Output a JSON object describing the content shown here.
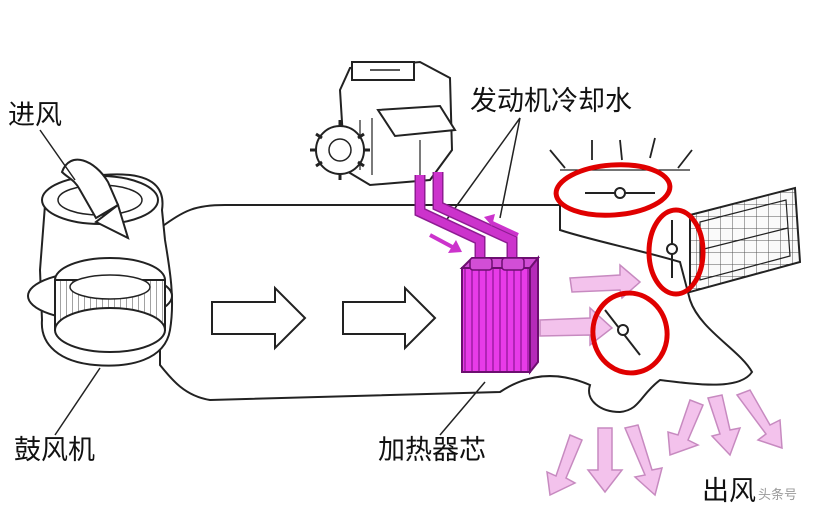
{
  "labels": {
    "intake": "进风",
    "blower": "鼓风机",
    "coolant": "发动机冷却水",
    "heater_core": "加热器芯",
    "outlet": "出风"
  },
  "watermark": "头条号",
  "colors": {
    "outline": "#222222",
    "pipe": "#cc33cc",
    "heater_core": "#e83be8",
    "flow_arrow": "#f3c2ec",
    "highlight_circle": "#e00000"
  },
  "icons": [
    "engine-icon",
    "blower-fan-icon",
    "damper-flap-icon",
    "vent-grille-icon",
    "flow-arrow-icon"
  ]
}
